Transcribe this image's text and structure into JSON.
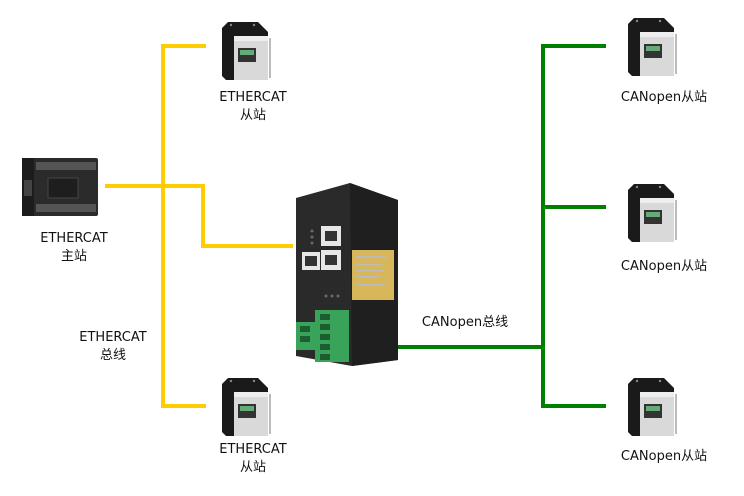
{
  "colors": {
    "ethercat_bus": "#FFCC00",
    "canopen_bus": "#008000"
  },
  "master": {
    "label_line1": "ETHERCAT",
    "label_line2": "主站",
    "icon": "plc-controller"
  },
  "ethercat_bus": {
    "label_line1": "ETHERCAT",
    "label_line2": "总线"
  },
  "ethercat_slaves": [
    {
      "label_line1": "ETHERCAT",
      "label_line2": "从站",
      "icon": "servo-drive"
    },
    {
      "label_line1": "ETHERCAT",
      "label_line2": "从站",
      "icon": "servo-drive"
    }
  ],
  "gateway": {
    "icon": "protocol-gateway"
  },
  "canopen_bus": {
    "label": "CANopen总线"
  },
  "canopen_slaves": [
    {
      "label": "CANopen从站",
      "icon": "servo-drive"
    },
    {
      "label": "CANopen从站",
      "icon": "servo-drive"
    },
    {
      "label": "CANopen从站",
      "icon": "servo-drive"
    }
  ]
}
